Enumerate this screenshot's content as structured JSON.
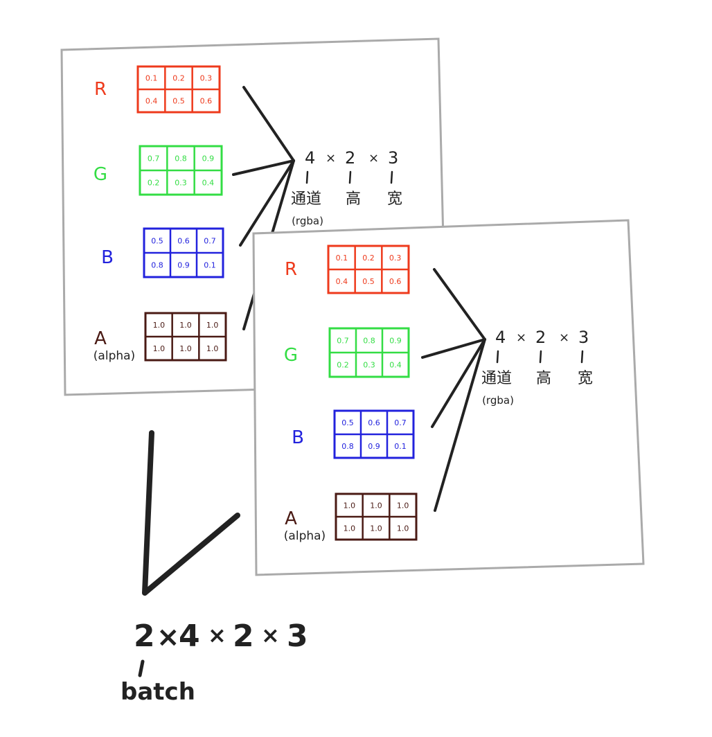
{
  "colors": {
    "R": "#ee3a1c",
    "G": "#33dd44",
    "B": "#2222dd",
    "A": "#4a1a14",
    "ink": "#222222",
    "frame": "#aaaaaa"
  },
  "panels": [
    {
      "channels": [
        {
          "key": "R",
          "label": "R",
          "values": [
            "0.1",
            "0.2",
            "0.3",
            "0.4",
            "0.5",
            "0.6"
          ]
        },
        {
          "key": "G",
          "label": "G",
          "values": [
            "0.7",
            "0.8",
            "0.9",
            "0.2",
            "0.3",
            "0.4"
          ]
        },
        {
          "key": "B",
          "label": "B",
          "values": [
            "0.5",
            "0.6",
            "0.7",
            "0.8",
            "0.9",
            "0.1"
          ]
        },
        {
          "key": "A",
          "label": "A",
          "sublabel": "(alpha)",
          "values": [
            "1.0",
            "1.0",
            "1.0",
            "1.0",
            "1.0",
            "1.0"
          ]
        }
      ],
      "shape": {
        "dims": [
          "4",
          "2",
          "3"
        ],
        "sep": "×",
        "dim_labels": [
          "通道",
          "高",
          "宽"
        ],
        "channel_note": "(rgba)"
      }
    },
    {
      "channels": [
        {
          "key": "R",
          "label": "R",
          "values": [
            "0.1",
            "0.2",
            "0.3",
            "0.4",
            "0.5",
            "0.6"
          ]
        },
        {
          "key": "G",
          "label": "G",
          "values": [
            "0.7",
            "0.8",
            "0.9",
            "0.2",
            "0.3",
            "0.4"
          ]
        },
        {
          "key": "B",
          "label": "B",
          "values": [
            "0.5",
            "0.6",
            "0.7",
            "0.8",
            "0.9",
            "0.1"
          ]
        },
        {
          "key": "A",
          "label": "A",
          "sublabel": "(alpha)",
          "values": [
            "1.0",
            "1.0",
            "1.0",
            "1.0",
            "1.0",
            "1.0"
          ]
        }
      ],
      "shape": {
        "dims": [
          "4",
          "2",
          "3"
        ],
        "sep": "×",
        "dim_labels": [
          "通道",
          "高",
          "宽"
        ],
        "channel_note": "(rgba)"
      }
    }
  ],
  "batch": {
    "dims": [
      "2",
      "4",
      "2",
      "3"
    ],
    "sep": "×",
    "label": "batch"
  }
}
